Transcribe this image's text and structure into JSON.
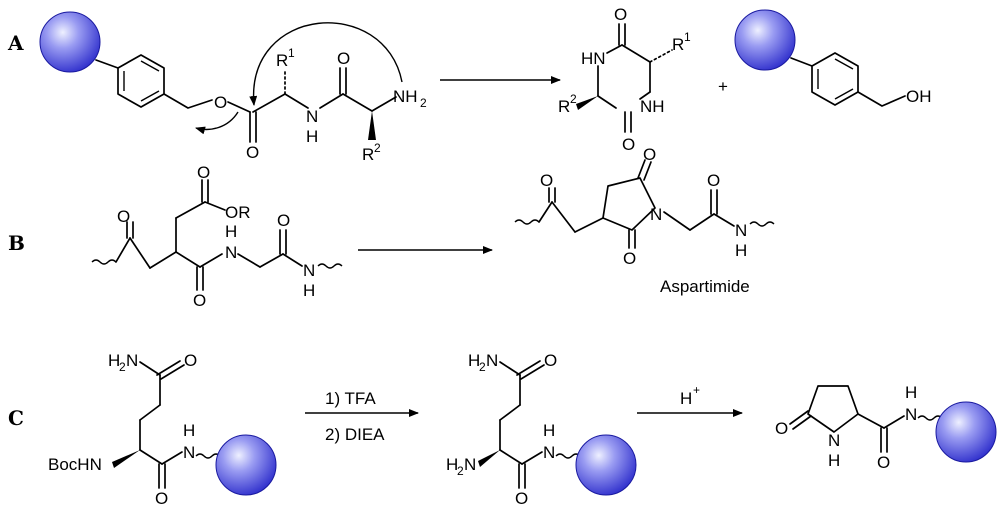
{
  "panels": {
    "A": {
      "label": "A",
      "reactant_atoms": {
        "O_ester": "O",
        "O_carbonyl1": "O",
        "O_carbonyl2": "O",
        "NH": "N",
        "H_amide": "H",
        "NH2": "NH",
        "NH2_sub": "2",
        "R1": "R",
        "R1_sup": "1",
        "R2": "R",
        "R2_sup": "2"
      },
      "product_atoms": {
        "HN_top": "HN",
        "O_top": "O",
        "R1": "R",
        "R1_sup": "1",
        "R2": "R",
        "R2_sup": "2",
        "NH_bottom": "NH",
        "O_bottom": "O"
      },
      "plus": "+",
      "resin_product_OH": "OH"
    },
    "B": {
      "label": "B",
      "reactant_atoms": {
        "O_ketone": "O",
        "O_ester_top": "O",
        "OR": "OR",
        "H_top": "H",
        "N_top": "N",
        "O_amide": "O",
        "O_right": "O",
        "N_right": "N",
        "H_right": "H"
      },
      "product_atoms": {
        "O_left": "O",
        "O_ring_top": "O",
        "N_ring": "N",
        "O_ring_bottom": "O",
        "O_right": "O",
        "NH": "N",
        "H": "H"
      },
      "product_caption": "Aspartimide"
    },
    "C": {
      "label": "C",
      "reactant_atoms": {
        "H2N": "H",
        "H2N_sub": "2",
        "H2N_N": "N",
        "O_top": "O",
        "BocHN": "BocHN",
        "H": "H",
        "N": "N",
        "O_bottom": "O"
      },
      "arrow1_conditions": [
        "1) TFA",
        "2) DIEA"
      ],
      "intermediate_atoms": {
        "H2N_top": "H",
        "H2N_top_sub": "2",
        "H2N_top_N": "N",
        "O_top": "O",
        "H2N_bottom": "H",
        "H2N_bottom_sub": "2",
        "H2N_bottom_N": "N",
        "H": "H",
        "N": "N",
        "O_bottom": "O"
      },
      "arrow2_condition": "H",
      "arrow2_condition_sup": "+",
      "product_atoms": {
        "O_ring": "O",
        "N_ring": "N",
        "H_ring": "H",
        "H_amide": "H",
        "N_amide": "N",
        "O_amide": "O"
      }
    }
  },
  "colors": {
    "resin_bead": "#3c3cd8",
    "resin_highlight": "#e8e8ff",
    "ink": "#000000"
  }
}
